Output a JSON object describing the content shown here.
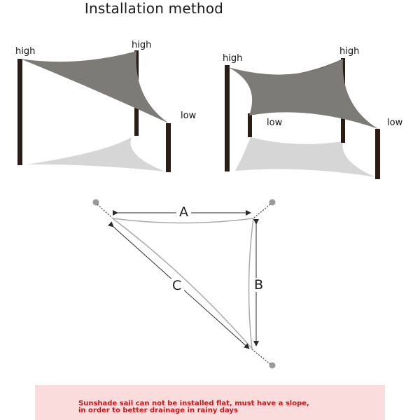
{
  "title": "Installation method",
  "diagram_left": {
    "label_high_1": "high",
    "label_high_2": "high",
    "label_low": "low"
  },
  "diagram_right": {
    "label_high_1": "high",
    "label_high_2": "high",
    "label_low_1": "low",
    "label_low_2": "low"
  },
  "dimension_diagram": {
    "label_a": "A",
    "label_b": "B",
    "label_c": "C"
  },
  "notice": {
    "line_1": "Sunshade sail can not be installed flat, must have a slope,",
    "line_2": "in order to better drainage in rainy days"
  },
  "colors": {
    "sail": "#7d7b78",
    "sail_back": "#5d5b58",
    "shadow": "#d6d6d6",
    "post": "#2b1c14",
    "notice_bg": "#fbdcdc",
    "notice_text": "#c2181b"
  }
}
